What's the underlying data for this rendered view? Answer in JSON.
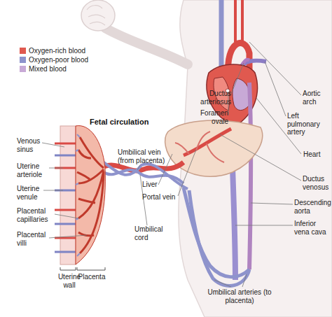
{
  "diagram": {
    "title": "Fetal circulation",
    "labels": [
      "Aortic arch",
      "Ductus arteriosus",
      "Foramen ovale",
      "Left pulmonary artery",
      "Heart",
      "Ductus venosus",
      "Descending aorta",
      "Inferior vena cava",
      "Umbilical vein (from placenta)",
      "Liver",
      "Portal vein",
      "Umbilical cord",
      "Venous sinus",
      "Uterine arteriole",
      "Uterine venule",
      "Placental capillaries",
      "Placental villi",
      "Uterine wall",
      "Placenta",
      "Umbilical arteries (to placenta)"
    ],
    "legend": [
      {
        "text": "Oxygen-rich blood",
        "color": "#e0594f"
      },
      {
        "text": "Oxygen-poor blood",
        "color": "#8e93cc"
      },
      {
        "text": "Mixed blood",
        "color": "#c8a9d6"
      }
    ]
  }
}
